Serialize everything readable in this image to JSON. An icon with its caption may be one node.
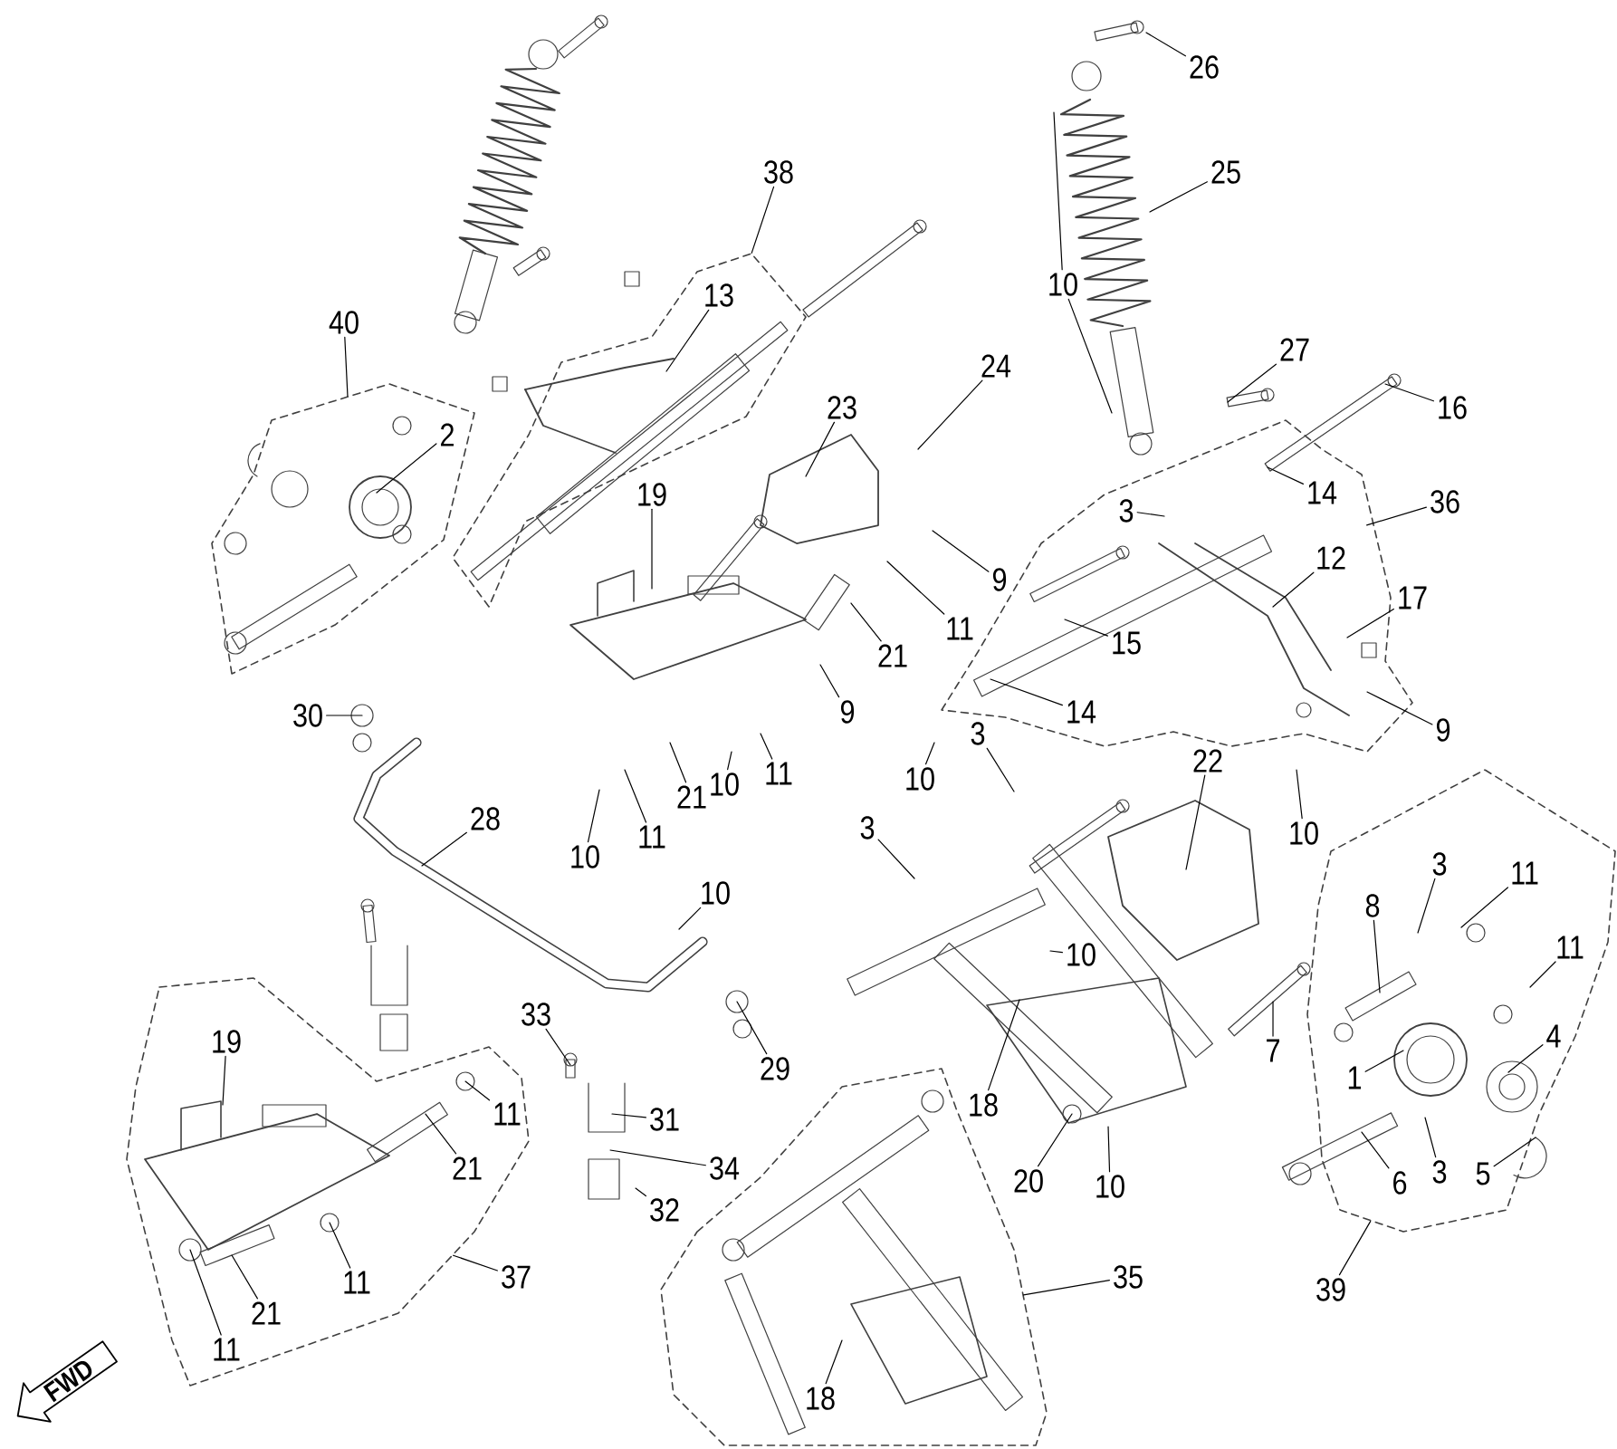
{
  "diagram": {
    "nodes": [
      {
        "text": [],
        "shape": "polygon"
      },
      {
        "text": [],
        "shape": "polygon"
      },
      {
        "text": [],
        "shape": "polygon"
      },
      {
        "text": [],
        "shape": "polygon"
      },
      {
        "text": [],
        "shape": "polygon"
      },
      {
        "text": [],
        "shape": "polygon"
      },
      {
        "text": [
          "40"
        ]
      },
      {
        "text": [
          "2"
        ],
        "in": 0
      },
      {
        "text": [
          "38"
        ]
      },
      {
        "text": [
          "13"
        ],
        "in": 1
      },
      {
        "text": [
          "26"
        ]
      },
      {
        "text": [
          "25"
        ]
      },
      {
        "text": [
          "10"
        ]
      },
      {
        "text": [
          "24"
        ]
      },
      {
        "text": [
          "23"
        ]
      },
      {
        "text": [
          "27"
        ]
      },
      {
        "text": [
          "16"
        ]
      },
      {
        "text": [
          "14"
        ],
        "in": 2
      },
      {
        "text": [
          "36"
        ]
      },
      {
        "text": [
          "3"
        ],
        "in": 2
      },
      {
        "text": [
          "19"
        ]
      },
      {
        "text": [
          "9"
        ]
      },
      {
        "text": [
          "12"
        ],
        "in": 2
      },
      {
        "text": [
          "17"
        ]
      },
      {
        "text": [
          "11"
        ]
      },
      {
        "text": [
          "21"
        ]
      },
      {
        "text": [
          "15"
        ],
        "in": 2
      },
      {
        "text": [
          "30"
        ]
      },
      {
        "text": [
          "14"
        ],
        "in": 2
      },
      {
        "text": [
          "9"
        ]
      },
      {
        "text": [
          "9"
        ]
      },
      {
        "text": [
          "10"
        ]
      },
      {
        "text": [
          "3"
        ]
      },
      {
        "text": [
          "28"
        ]
      },
      {
        "text": [
          "10"
        ]
      },
      {
        "text": [
          "11"
        ]
      },
      {
        "text": [
          "21"
        ]
      },
      {
        "text": [
          "10"
        ]
      },
      {
        "text": [
          "11"
        ]
      },
      {
        "text": [
          "22"
        ]
      },
      {
        "text": [
          "10"
        ]
      },
      {
        "text": [
          "3"
        ]
      },
      {
        "text": [
          "10"
        ]
      },
      {
        "text": [
          "3"
        ],
        "in": 3
      },
      {
        "text": [
          "11"
        ],
        "in": 3
      },
      {
        "text": [
          "10"
        ]
      },
      {
        "text": [
          "8"
        ],
        "in": 3
      },
      {
        "text": [
          "11"
        ],
        "in": 3
      },
      {
        "text": [
          "18"
        ]
      },
      {
        "text": [
          "7"
        ]
      },
      {
        "text": [
          "19"
        ],
        "in": 4
      },
      {
        "text": [
          "33"
        ]
      },
      {
        "text": [
          "29"
        ]
      },
      {
        "text": [
          "11"
        ],
        "in": 4
      },
      {
        "text": [
          "31"
        ]
      },
      {
        "text": [
          "1"
        ],
        "in": 3
      },
      {
        "text": [
          "4"
        ],
        "in": 3
      },
      {
        "text": [
          "21"
        ],
        "in": 4
      },
      {
        "text": [
          "34"
        ]
      },
      {
        "text": [
          "32"
        ]
      },
      {
        "text": [
          "20"
        ]
      },
      {
        "text": [
          "10"
        ]
      },
      {
        "text": [
          "6"
        ],
        "in": 3
      },
      {
        "text": [
          "3"
        ],
        "in": 3
      },
      {
        "text": [
          "5"
        ],
        "in": 3
      },
      {
        "text": [
          "37"
        ]
      },
      {
        "text": [
          "11"
        ],
        "in": 4
      },
      {
        "text": [
          "21"
        ],
        "in": 4
      },
      {
        "text": [
          "11"
        ],
        "in": 4
      },
      {
        "text": [
          "35"
        ]
      },
      {
        "text": [
          "39"
        ]
      },
      {
        "text": [
          "18"
        ],
        "in": 5
      },
      {
        "text": [
          "FWD"
        ]
      }
    ],
    "edges": [
      {
        "from": 6,
        "to": 0,
        "arrow": "none"
      },
      {
        "from": 7,
        "to": null,
        "arrow": "none"
      },
      {
        "from": 8,
        "to": 1,
        "arrow": "none"
      },
      {
        "from": 9,
        "to": null,
        "arrow": "none"
      },
      {
        "from": 10,
        "to": null,
        "arrow": "none"
      },
      {
        "from": 11,
        "to": null,
        "arrow": "none"
      },
      {
        "from": 12,
        "to": null,
        "arrow": "none"
      },
      {
        "from": 12,
        "to": null,
        "arrow": "none"
      },
      {
        "from": 13,
        "to": null,
        "arrow": "none"
      },
      {
        "from": 14,
        "to": null,
        "arrow": "none"
      },
      {
        "from": 15,
        "to": null,
        "arrow": "none"
      },
      {
        "from": 16,
        "to": null,
        "arrow": "none"
      },
      {
        "from": 17,
        "to": null,
        "arrow": "none"
      },
      {
        "from": 18,
        "to": 2,
        "arrow": "none"
      },
      {
        "from": 19,
        "to": null,
        "arrow": "none"
      },
      {
        "from": 20,
        "to": null,
        "arrow": "none"
      },
      {
        "from": 21,
        "to": null,
        "arrow": "none"
      },
      {
        "from": 22,
        "to": null,
        "arrow": "none"
      },
      {
        "from": 23,
        "to": null,
        "arrow": "none"
      },
      {
        "from": 24,
        "to": null,
        "arrow": "none"
      },
      {
        "from": 25,
        "to": null,
        "arrow": "none"
      },
      {
        "from": 26,
        "to": null,
        "arrow": "none"
      },
      {
        "from": 27,
        "to": null,
        "arrow": "none"
      },
      {
        "from": 28,
        "to": null,
        "arrow": "none"
      },
      {
        "from": 29,
        "to": null,
        "arrow": "none"
      },
      {
        "from": 30,
        "to": null,
        "arrow": "none"
      },
      {
        "from": 31,
        "to": null,
        "arrow": "none"
      },
      {
        "from": 32,
        "to": null,
        "arrow": "none"
      },
      {
        "from": 33,
        "to": null,
        "arrow": "none"
      },
      {
        "from": 34,
        "to": null,
        "arrow": "none"
      },
      {
        "from": 35,
        "to": null,
        "arrow": "none"
      },
      {
        "from": 36,
        "to": null,
        "arrow": "none"
      },
      {
        "from": 37,
        "to": null,
        "arrow": "none"
      },
      {
        "from": 38,
        "to": null,
        "arrow": "none"
      },
      {
        "from": 39,
        "to": null,
        "arrow": "none"
      },
      {
        "from": 40,
        "to": null,
        "arrow": "none"
      },
      {
        "from": 41,
        "to": null,
        "arrow": "none"
      },
      {
        "from": 42,
        "to": null,
        "arrow": "none"
      },
      {
        "from": 43,
        "to": null,
        "arrow": "none"
      },
      {
        "from": 44,
        "to": null,
        "arrow": "none"
      },
      {
        "from": 45,
        "to": null,
        "arrow": "none"
      },
      {
        "from": 46,
        "to": null,
        "arrow": "none"
      },
      {
        "from": 47,
        "to": null,
        "arrow": "none"
      },
      {
        "from": 48,
        "to": null,
        "arrow": "none"
      },
      {
        "from": 49,
        "to": null,
        "arrow": "none"
      },
      {
        "from": 50,
        "to": null,
        "arrow": "none"
      },
      {
        "from": 51,
        "to": null,
        "arrow": "none"
      },
      {
        "from": 52,
        "to": null,
        "arrow": "none"
      },
      {
        "from": 53,
        "to": null,
        "arrow": "none"
      },
      {
        "from": 54,
        "to": null,
        "arrow": "none"
      },
      {
        "from": 55,
        "to": null,
        "arrow": "none"
      },
      {
        "from": 56,
        "to": null,
        "arrow": "none"
      },
      {
        "from": 57,
        "to": null,
        "arrow": "none"
      },
      {
        "from": 58,
        "to": null,
        "arrow": "none"
      },
      {
        "from": 59,
        "to": null,
        "arrow": "none"
      },
      {
        "from": 60,
        "to": null,
        "arrow": "none"
      },
      {
        "from": 61,
        "to": null,
        "arrow": "none"
      },
      {
        "from": 62,
        "to": null,
        "arrow": "none"
      },
      {
        "from": 63,
        "to": null,
        "arrow": "none"
      },
      {
        "from": 64,
        "to": null,
        "arrow": "none"
      },
      {
        "from": 65,
        "to": 4,
        "arrow": "none"
      },
      {
        "from": 66,
        "to": null,
        "arrow": "none"
      },
      {
        "from": 67,
        "to": null,
        "arrow": "none"
      },
      {
        "from": 68,
        "to": null,
        "arrow": "none"
      },
      {
        "from": 69,
        "to": 5,
        "arrow": "none"
      },
      {
        "from": 70,
        "to": 3,
        "arrow": "none"
      },
      {
        "from": 71,
        "to": null,
        "arrow": "none"
      }
    ]
  }
}
